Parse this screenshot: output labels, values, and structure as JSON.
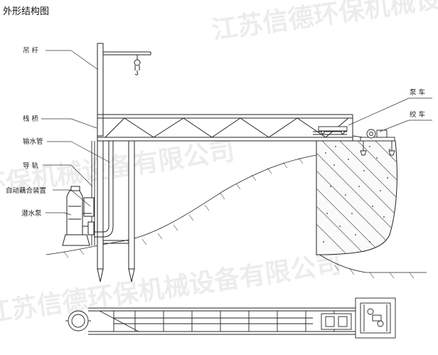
{
  "title": "外形结构图",
  "labels": {
    "crane_bar": "吊 杆",
    "trestle_bridge": "栈 桥",
    "outlet_pipe": "输水管",
    "guide_rail": "导 轨",
    "auto_coupling": "自动藕合装置",
    "submersible_pump": "潜水泵",
    "pump_car": "泵 车",
    "winch_car": "绞 车"
  },
  "watermark": "江苏信德环保机械设备有限公司"
}
